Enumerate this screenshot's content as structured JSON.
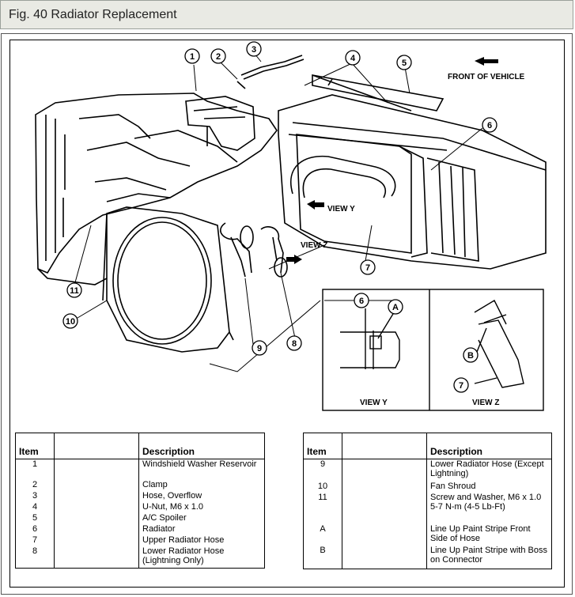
{
  "title": "Fig. 40 Radiator Replacement",
  "labels": {
    "front_of_vehicle": "FRONT OF VEHICLE",
    "view_y_arrow": "VIEW Y",
    "view_z_arrow": "VIEW Z",
    "view_y_caption": "VIEW Y",
    "view_z_caption": "VIEW Z"
  },
  "callouts": [
    "1",
    "2",
    "3",
    "4",
    "5",
    "6",
    "7",
    "8",
    "9",
    "10",
    "11",
    "6",
    "A",
    "B",
    "7"
  ],
  "legend_left": {
    "header_item": "Item",
    "header_desc": "Description",
    "rows": [
      {
        "item": "1",
        "desc": "Windshield Washer Reservoir"
      },
      {
        "item": "2",
        "desc": "Clamp"
      },
      {
        "item": "3",
        "desc": "Hose, Overflow"
      },
      {
        "item": "4",
        "desc": "U-Nut, M6 x 1.0"
      },
      {
        "item": "5",
        "desc": "A/C Spoiler"
      },
      {
        "item": "6",
        "desc": "Radiator"
      },
      {
        "item": "7",
        "desc": "Upper Radiator Hose"
      },
      {
        "item": "8",
        "desc": "Lower Radiator Hose (Lightning Only)"
      }
    ]
  },
  "legend_right": {
    "header_item": "Item",
    "header_desc": "Description",
    "rows": [
      {
        "item": "9",
        "desc": "Lower Radiator Hose (Except Lightning)"
      },
      {
        "item": "10",
        "desc": "Fan Shroud"
      },
      {
        "item": "11",
        "desc": "Screw and Washer, M6 x 1.0 5-7 N-m (4-5 Lb-Ft)"
      },
      {
        "item": "A",
        "desc": "Line Up Paint Stripe Front Side of Hose"
      },
      {
        "item": "B",
        "desc": "Line Up Paint Stripe with Boss on Connector"
      }
    ]
  }
}
